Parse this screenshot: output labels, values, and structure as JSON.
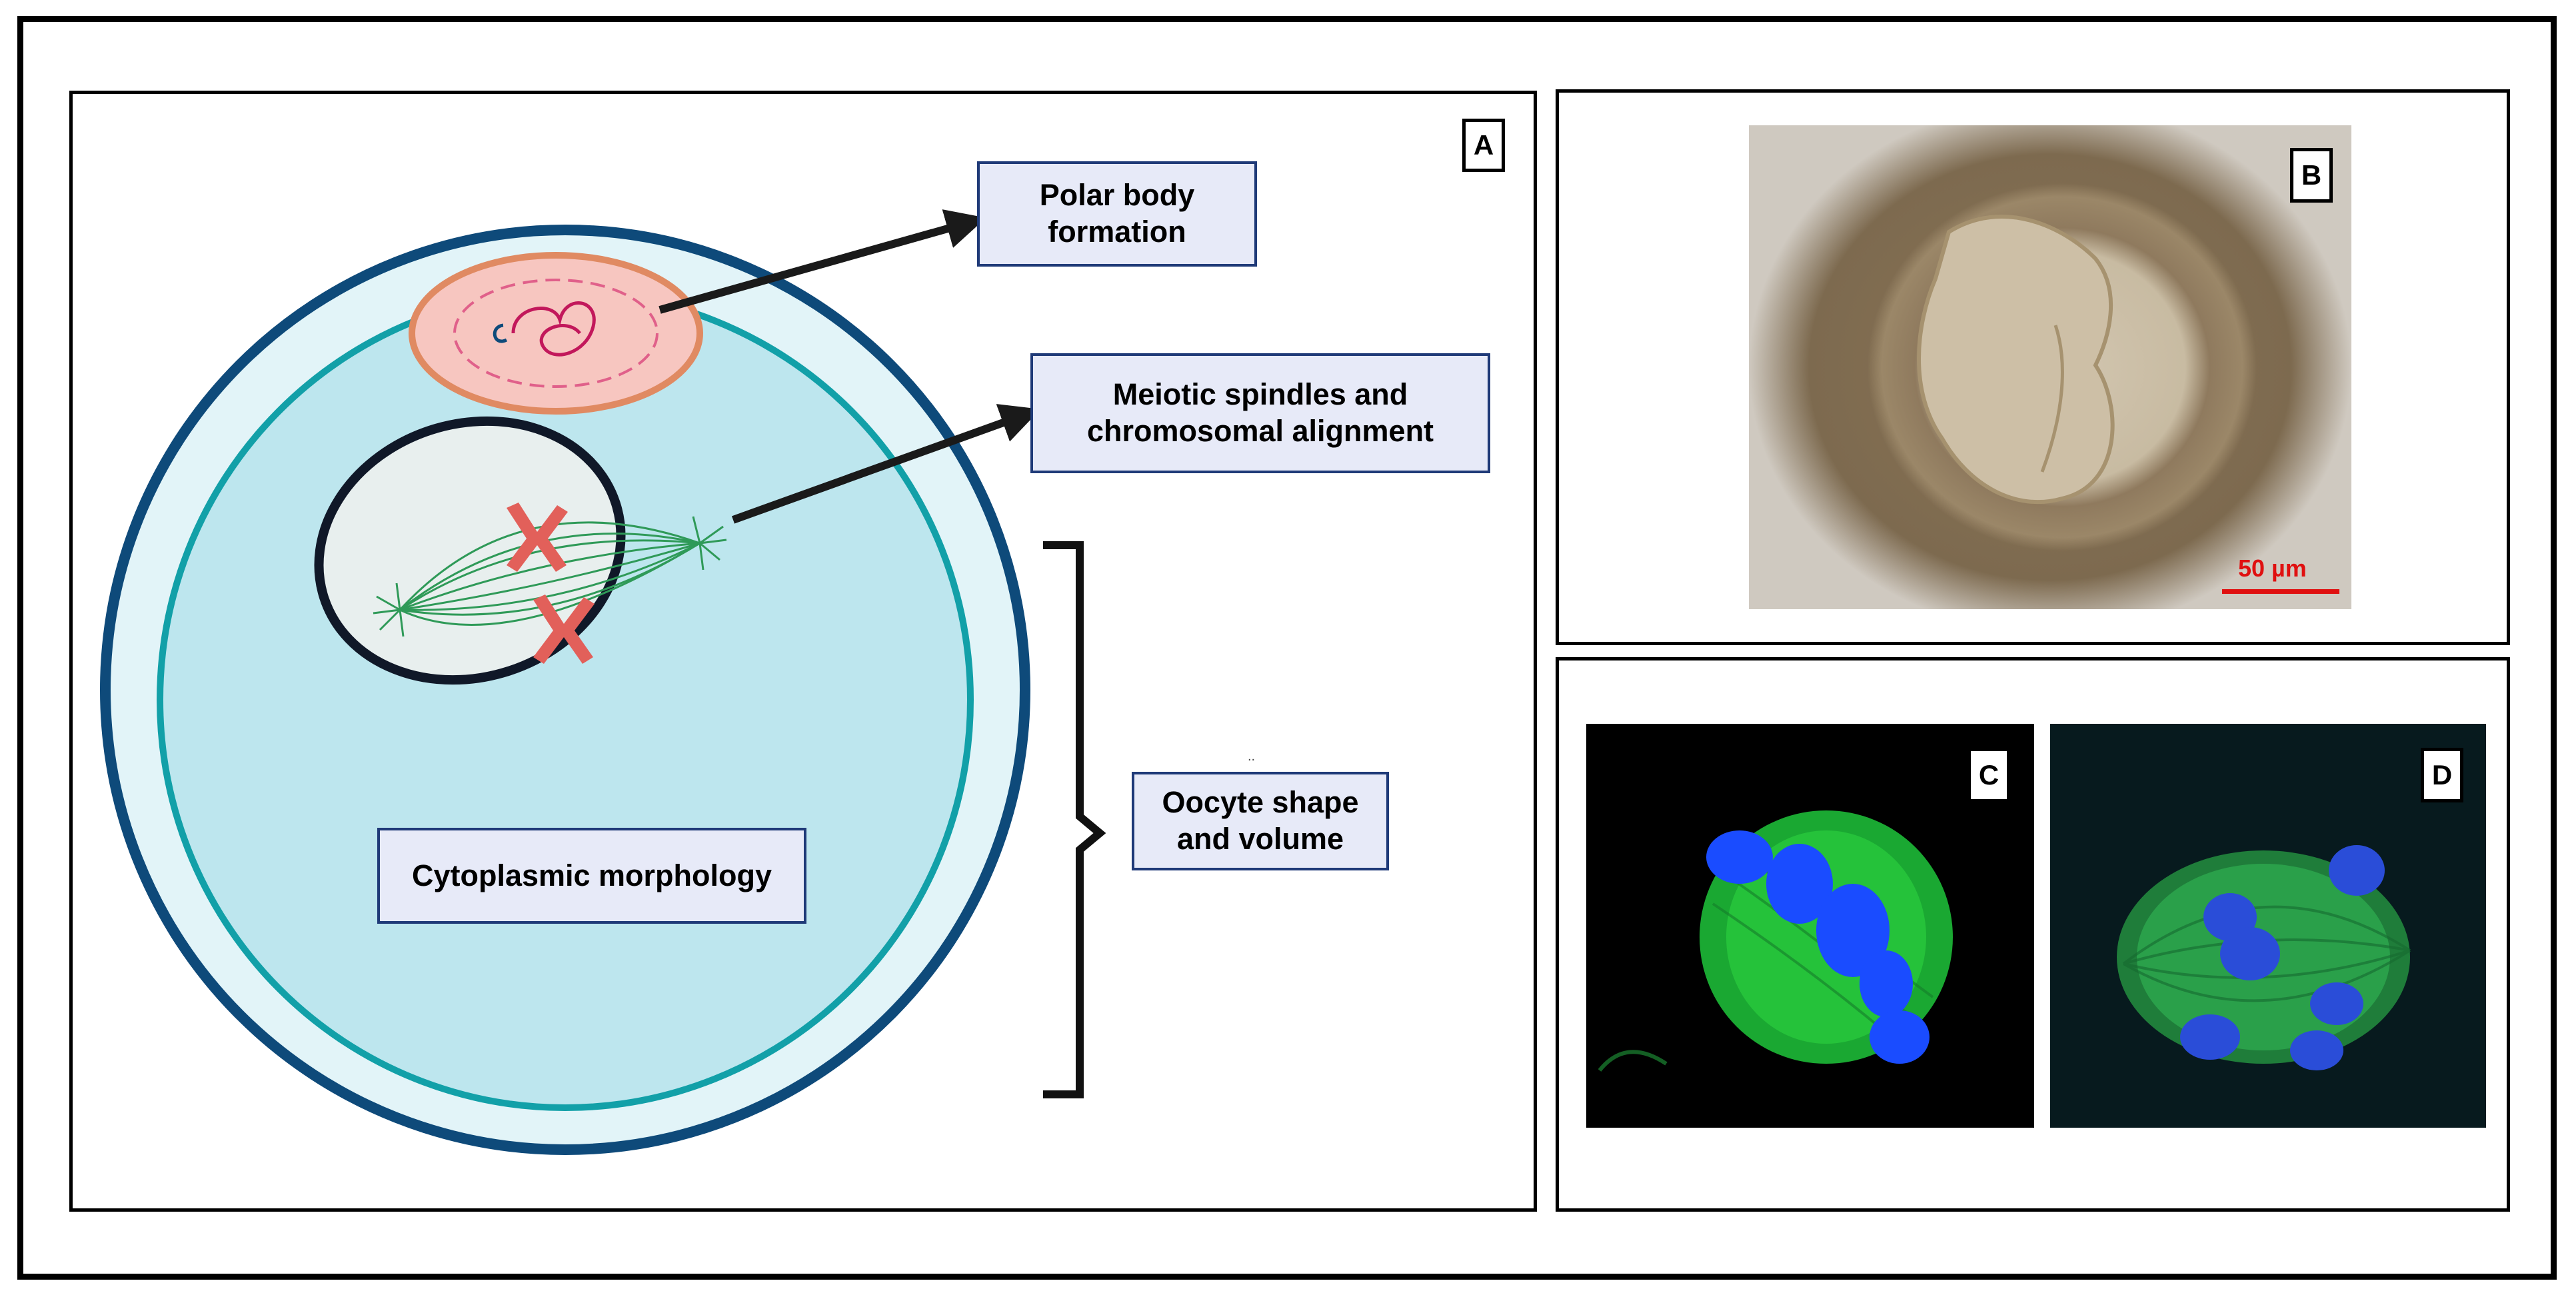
{
  "panel_a": {
    "letter": "A",
    "labels": {
      "polar_body": "Polar body\nformation",
      "spindle": "Meiotic spindles and\nchromosomal alignment",
      "shape": "Oocyte shape\nand volume",
      "cytoplasm": "Cytoplasmic morphology"
    },
    "stray_mark": "..",
    "colors": {
      "outer_membrane": "#0e4a7a",
      "zona": "#e2f4f8",
      "inner_membrane": "#12a0a8",
      "cytoplasm": "#bde6ee",
      "polar_body_fill": "#f7c6c0",
      "polar_body_border": "#e08a62",
      "spindle_fiber": "#2f9a58",
      "chromosome": "#e2605a",
      "label_fill": "#e7eaf8",
      "label_border": "#1f3a78"
    }
  },
  "panel_b": {
    "letter": "B",
    "scale_bar_text": "50 µm",
    "scale_bar_color": "#e01010"
  },
  "panel_c": {
    "letter": "C"
  },
  "panel_d": {
    "letter": "D"
  }
}
